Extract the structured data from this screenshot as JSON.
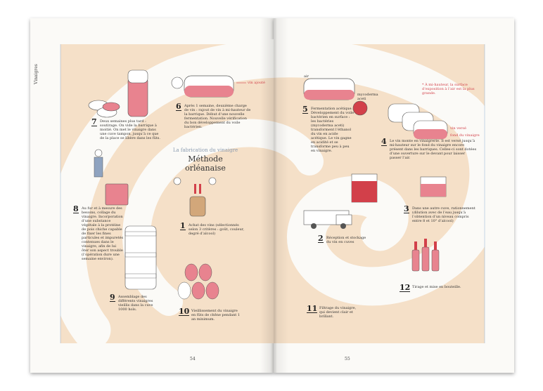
{
  "running_head": "Vinaigres",
  "page_numbers": {
    "left": "54",
    "right": "55"
  },
  "section_title": "La fabrication du vinaigre",
  "method_title": "Méthode\norléanaise",
  "steps": [
    {
      "n": "1",
      "text": "Achat des vins (sélectionnés selon 3 critères : goût, couleur, degré d’alcool)"
    },
    {
      "n": "2",
      "text": "Réception et stockage du vin en cuves"
    },
    {
      "n": "3",
      "text": "Dans une autre cuve, rationnement (dilution avec de l’eau jusqu’à l’obtention d’un niveau compris entre 8 et 10° d’alcool)"
    },
    {
      "n": "4",
      "text": "Le vin monte en vinaigrerie. Il est versé jusqu’à mi-hauteur sur le fond du vinaigre encore présent dans les barriques. Celles-ci sont dotées d’une ouverture sur le devant pour laisser passer l’air."
    },
    {
      "n": "5",
      "text": "Fermentation acétique. Développement du voile bactérien en surface : les bactéries (mycoderma aceti) transforment l’éthanol du vin en acide acétique. Le vin gagne en acidité et se transforme peu à peu en vinaigre."
    },
    {
      "n": "6",
      "text": "Après 1 semaine, deuxième charge de vin : rajout de vin à mi-hauteur de la barrique. Début d’une nouvelle fermentation. Nouvelle vérification du bon développement du voile bactérien."
    },
    {
      "n": "7",
      "text": "Deux semaines plus tard : soutirage. On vide la barrique à moitié. On met le vinaigre dans une cuve tampon, jusqu’à ce que de la place se libère dans les fûts."
    },
    {
      "n": "8",
      "text": "Au fur et à mesure des besoins, collage du vinaigre. Incorporation d’une substance végétale à la protéine de pois chiche capable de fixer les fines particules et impuretés contenues dans le vinaigre, afin de lui ôter son aspect trouble (l’opération dure une semaine environ)."
    },
    {
      "n": "9",
      "text": "Assemblage des différents vinaigres vieillis dans la cuve 1000 hols."
    },
    {
      "n": "10",
      "text": "Vieillissement du vinaigre en fûts de chêne pendant 1 an minimum."
    },
    {
      "n": "11",
      "text": "Filtrage du vinaigre, qui devient clair et brillant."
    },
    {
      "n": "12",
      "text": "Tirage et mise en bouteille."
    }
  ],
  "annotations": {
    "vin_ajoute": "vin ajouté",
    "air": "air",
    "mycoderma": "mycoderma aceti",
    "red_note": "* À mi-hauteur, la surface d’exposition à l’air est la plus grande.",
    "vin_versé": "vin versé",
    "fond": "fond du vinaigre"
  },
  "colors": {
    "panel": "#f5e0c8",
    "spiral": "#fbfaf7",
    "wine": "#e8838f",
    "accent_red": "#d2404a"
  }
}
